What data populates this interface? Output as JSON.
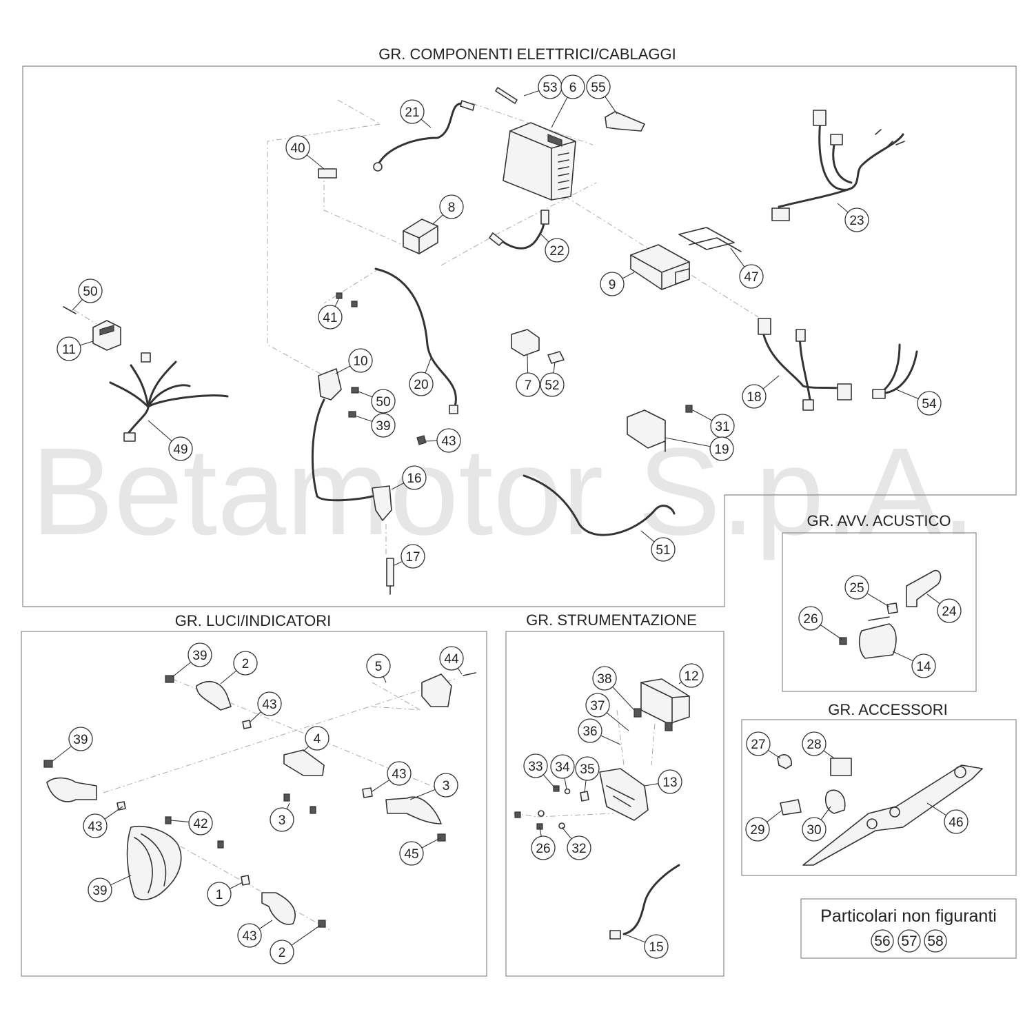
{
  "watermark": "Betamotor S.p.A.",
  "groups": {
    "electrical": "GR. COMPONENTI ELETTRICI/CABLAGGI",
    "lights": "GR. LUCI/INDICATORI",
    "instruments": "GR. STRUMENTAZIONE",
    "horn": "GR. AVV. ACUSTICO",
    "accessories": "GR. ACCESSORI"
  },
  "not_shown": {
    "title": "Particolari non figuranti",
    "numbers": [
      "56",
      "57",
      "58"
    ]
  },
  "callouts": {
    "electrical": [
      "53",
      "6",
      "55",
      "21",
      "40",
      "8",
      "22",
      "23",
      "9",
      "47",
      "50",
      "11",
      "41",
      "10",
      "20",
      "7",
      "52",
      "18",
      "54",
      "50",
      "39",
      "43",
      "31",
      "19",
      "49",
      "16",
      "51",
      "17"
    ],
    "lights": [
      "39",
      "2",
      "5",
      "44",
      "43",
      "4",
      "39",
      "3",
      "43",
      "43",
      "3",
      "42",
      "45",
      "39",
      "1",
      "43",
      "2",
      "39"
    ],
    "instruments": [
      "38",
      "12",
      "37",
      "36",
      "33",
      "34",
      "35",
      "13",
      "26",
      "32",
      "15"
    ],
    "horn": [
      "25",
      "24",
      "26",
      "14"
    ],
    "accessories": [
      "27",
      "28",
      "29",
      "30",
      "46"
    ]
  }
}
